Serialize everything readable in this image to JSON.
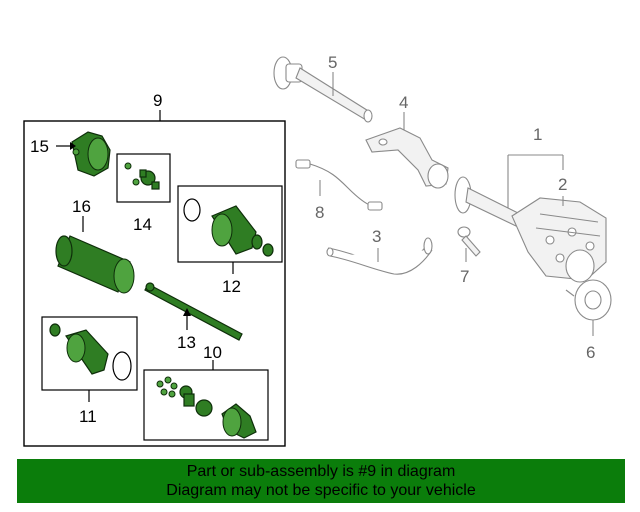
{
  "callouts": {
    "n1": "1",
    "n2": "2",
    "n3": "3",
    "n4": "4",
    "n5": "5",
    "n6": "6",
    "n7": "7",
    "n8": "8",
    "n9": "9",
    "n10": "10",
    "n11": "11",
    "n12": "12",
    "n13": "13",
    "n14": "14",
    "n15": "15",
    "n16": "16"
  },
  "banner": {
    "line1": "Part or sub-assembly is #9 in diagram",
    "line2": "Diagram may not be specific to your vehicle"
  },
  "colors": {
    "highlight_part": "#2f7d23",
    "banner_background": "#0b7d0b",
    "ghost_part": "#8a8a8a"
  }
}
